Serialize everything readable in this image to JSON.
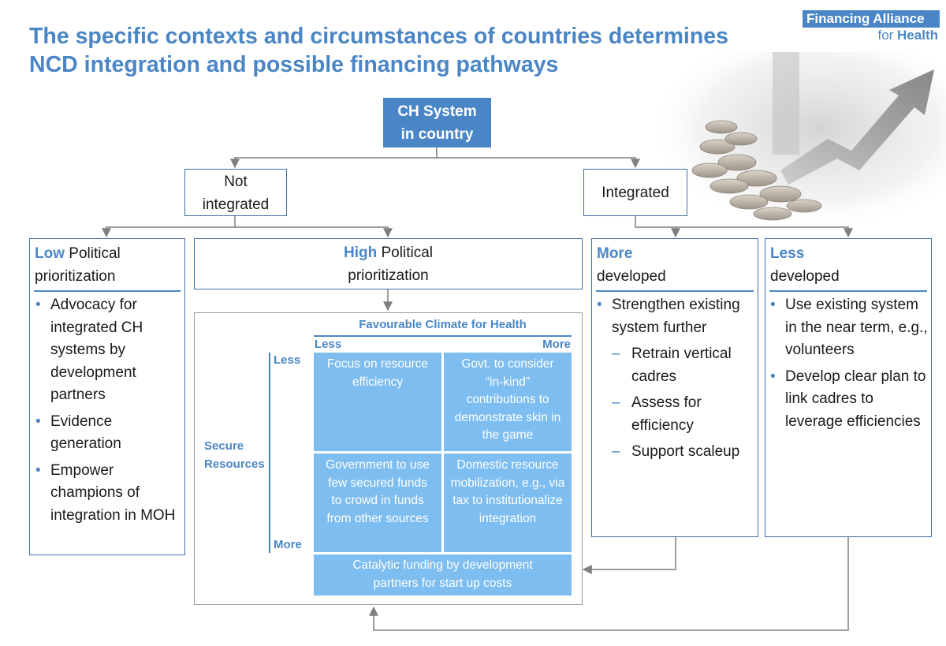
{
  "title": {
    "line1": "The specific contexts and circumstances of countries determines",
    "line2": "NCD integration and possible financing pathways"
  },
  "logo": {
    "line1": "Financing Alliance",
    "line2_prefix": "for ",
    "line2_bold": "Health"
  },
  "top_node": {
    "line1": "CH System",
    "line2": "in country"
  },
  "branches": {
    "not_integrated": {
      "line1": "Not",
      "line2": "integrated"
    },
    "integrated": "Integrated"
  },
  "low_political": {
    "highlight": "Low",
    "rest": " Political",
    "line2": "prioritization",
    "bullets": [
      "Advocacy for integrated CH systems by development partners",
      "Evidence generation",
      "Empower champions of integration in MOH"
    ]
  },
  "high_political": {
    "highlight": "High",
    "rest": " Political",
    "line2": "prioritization"
  },
  "more_developed": {
    "highlight": "More",
    "line2": "developed",
    "bullet": "Strengthen existing system further",
    "sub_bullets": [
      "Retrain vertical cadres",
      "Assess for efficiency",
      "Support scaleup"
    ]
  },
  "less_developed": {
    "highlight": "Less",
    "line2": "developed",
    "bullets": [
      "Use existing system in the near term, e.g., volunteers",
      "Develop clear plan to link cadres to leverage efficiencies"
    ]
  },
  "matrix": {
    "x_title": "Favourable Climate for Health",
    "x_less": "Less",
    "x_more": "More",
    "y_title_line1": "Secure",
    "y_title_line2": "Resources",
    "y_less": "Less",
    "y_more": "More",
    "cells": {
      "top_left": "Focus on resource efficiency",
      "top_right": "Govt. to consider “in-kind” contributions to demonstrate skin in the game",
      "bottom_left": "Government to use few secured funds to crowd in funds from other sources",
      "bottom_right": "Domestic resource mobilization, e.g., via tax to institutionalize integration"
    },
    "catalytic": "Catalytic funding by development partners for start up costs"
  },
  "colors": {
    "brand_blue": "#4a86c5",
    "box_border": "#3f6fa6",
    "matrix_cell": "#7dbdf0",
    "connector_gray": "#7f7f7f"
  }
}
